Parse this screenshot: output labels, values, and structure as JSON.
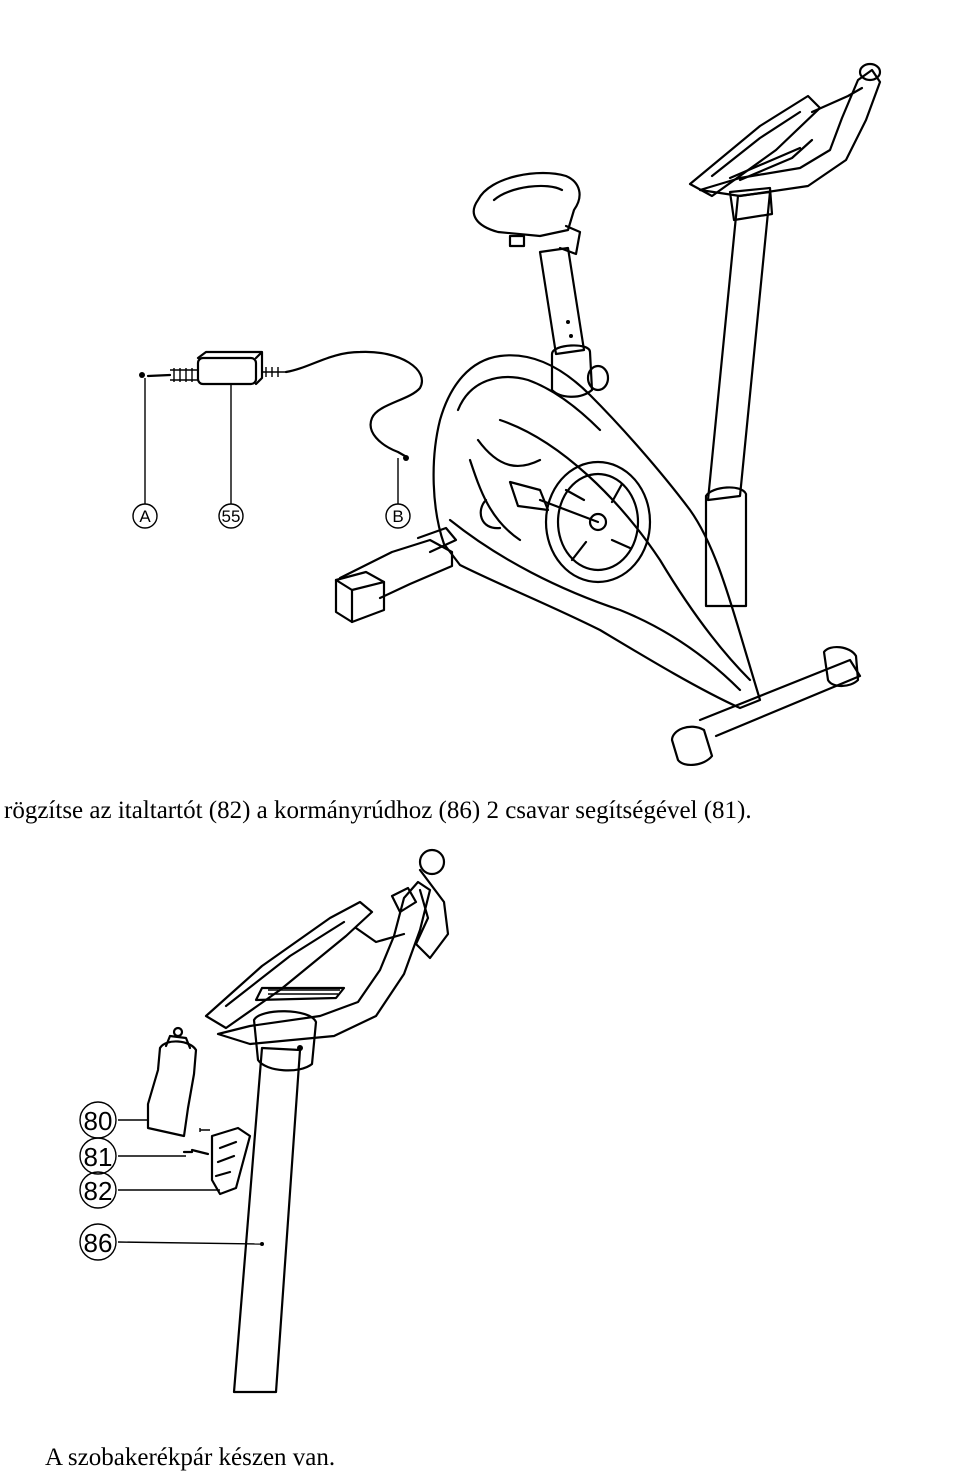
{
  "step_text": "rögzítse az italtartót (82) a kormányrúdhoz (86) 2 csavar segítségével (81).",
  "final_text": "A szobakerékpár készen van.",
  "figure1": {
    "callouts": [
      "A",
      "55",
      "B"
    ]
  },
  "figure2": {
    "callouts": [
      "80",
      "81",
      "82",
      "86"
    ]
  }
}
